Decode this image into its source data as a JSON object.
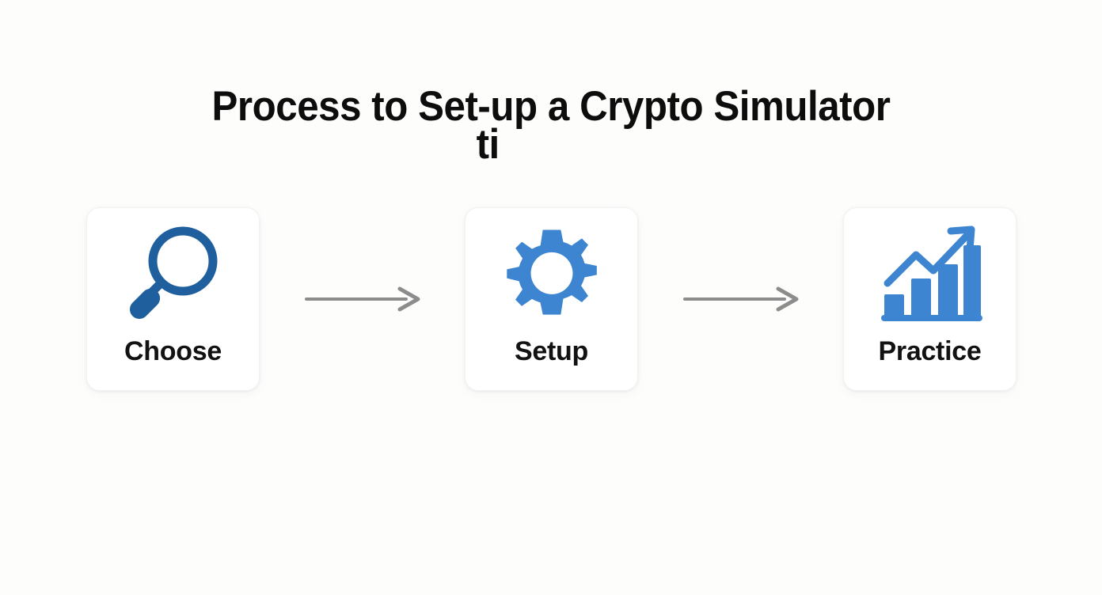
{
  "page": {
    "background_color": "#fdfdfc",
    "title_prefix": "Process to Set",
    "title_ligature": "ti",
    "title_suffix": "-up a Crypto Simulator",
    "title_full": "Process to Set-up a Crypto Simulator",
    "title_color": "#0d0d0d"
  },
  "colors": {
    "icon_blue_dark": "#1f5f9e",
    "icon_blue_bright": "#3d85d0",
    "arrow_gray": "#8c8c8c",
    "card_background": "#ffffff",
    "label_color": "#121212"
  },
  "steps": [
    {
      "label": "Choose",
      "icon": "magnifier-icon",
      "icon_color": "#1f5f9e"
    },
    {
      "label": "Setup",
      "icon": "gear-icon",
      "icon_color": "#3d85d0"
    },
    {
      "label": "Practice",
      "icon": "bar-chart-growth-icon",
      "icon_color": "#3d85d0"
    }
  ],
  "connectors": [
    {
      "name": "arrow-right-1",
      "color": "#8c8c8c"
    },
    {
      "name": "arrow-right-2",
      "color": "#8c8c8c"
    }
  ]
}
